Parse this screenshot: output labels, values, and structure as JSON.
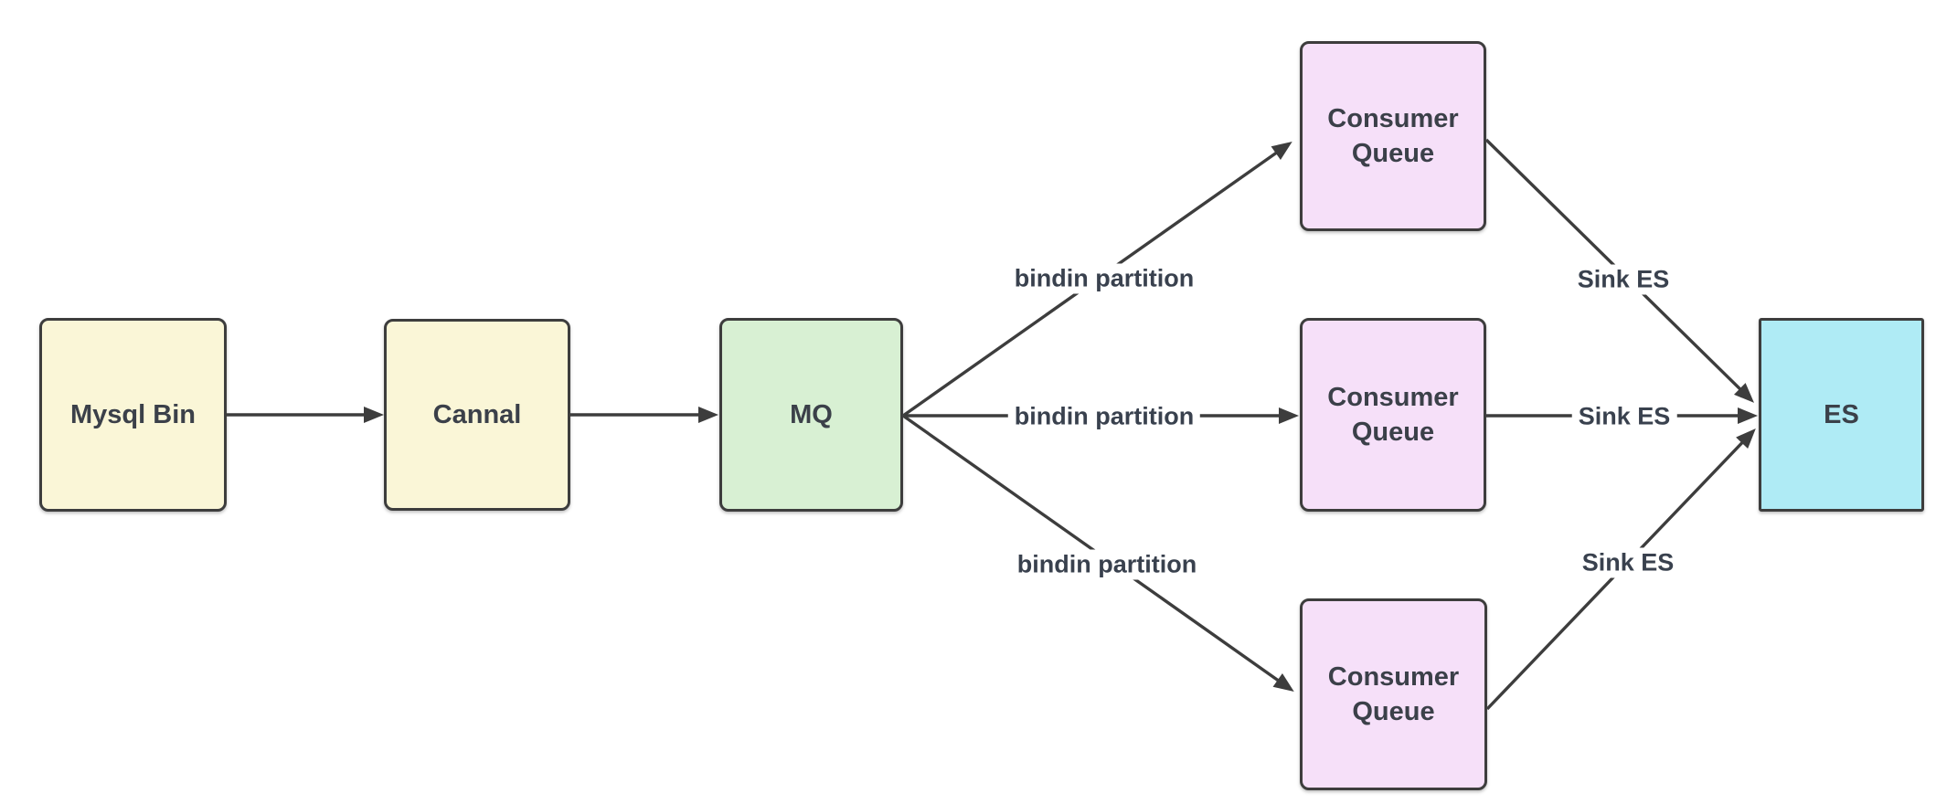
{
  "diagram": {
    "background": "#ffffff",
    "nodes": [
      {
        "id": "mysql-bin",
        "label": "Mysql Bin",
        "fill": "#FAF6D7"
      },
      {
        "id": "cannal",
        "label": "Cannal",
        "fill": "#FAF6D7"
      },
      {
        "id": "mq",
        "label": "MQ",
        "fill": "#D8F0D3"
      },
      {
        "id": "consumer-queue-1",
        "label": "Consumer Queue",
        "fill": "#F6E0F9"
      },
      {
        "id": "consumer-queue-2",
        "label": "Consumer Queue",
        "fill": "#F6E0F9"
      },
      {
        "id": "consumer-queue-3",
        "label": "Consumer Queue",
        "fill": "#F6E0F9"
      },
      {
        "id": "es",
        "label": "ES",
        "fill": "#AFEBF5"
      }
    ],
    "edges": [
      {
        "from": "mysql-bin",
        "to": "cannal",
        "label": ""
      },
      {
        "from": "cannal",
        "to": "mq",
        "label": ""
      },
      {
        "from": "mq",
        "to": "consumer-queue-1",
        "label": "bindin partition"
      },
      {
        "from": "mq",
        "to": "consumer-queue-2",
        "label": "bindin partition"
      },
      {
        "from": "mq",
        "to": "consumer-queue-3",
        "label": "bindin partition"
      },
      {
        "from": "consumer-queue-1",
        "to": "es",
        "label": "Sink ES"
      },
      {
        "from": "consumer-queue-2",
        "to": "es",
        "label": "Sink ES"
      },
      {
        "from": "consumer-queue-3",
        "to": "es",
        "label": "Sink ES"
      }
    ],
    "colors": {
      "line": "#3d3d3d",
      "border": "#3d3d3d",
      "node_text": "#3b4049",
      "edge_label_text": "#39414e"
    }
  }
}
